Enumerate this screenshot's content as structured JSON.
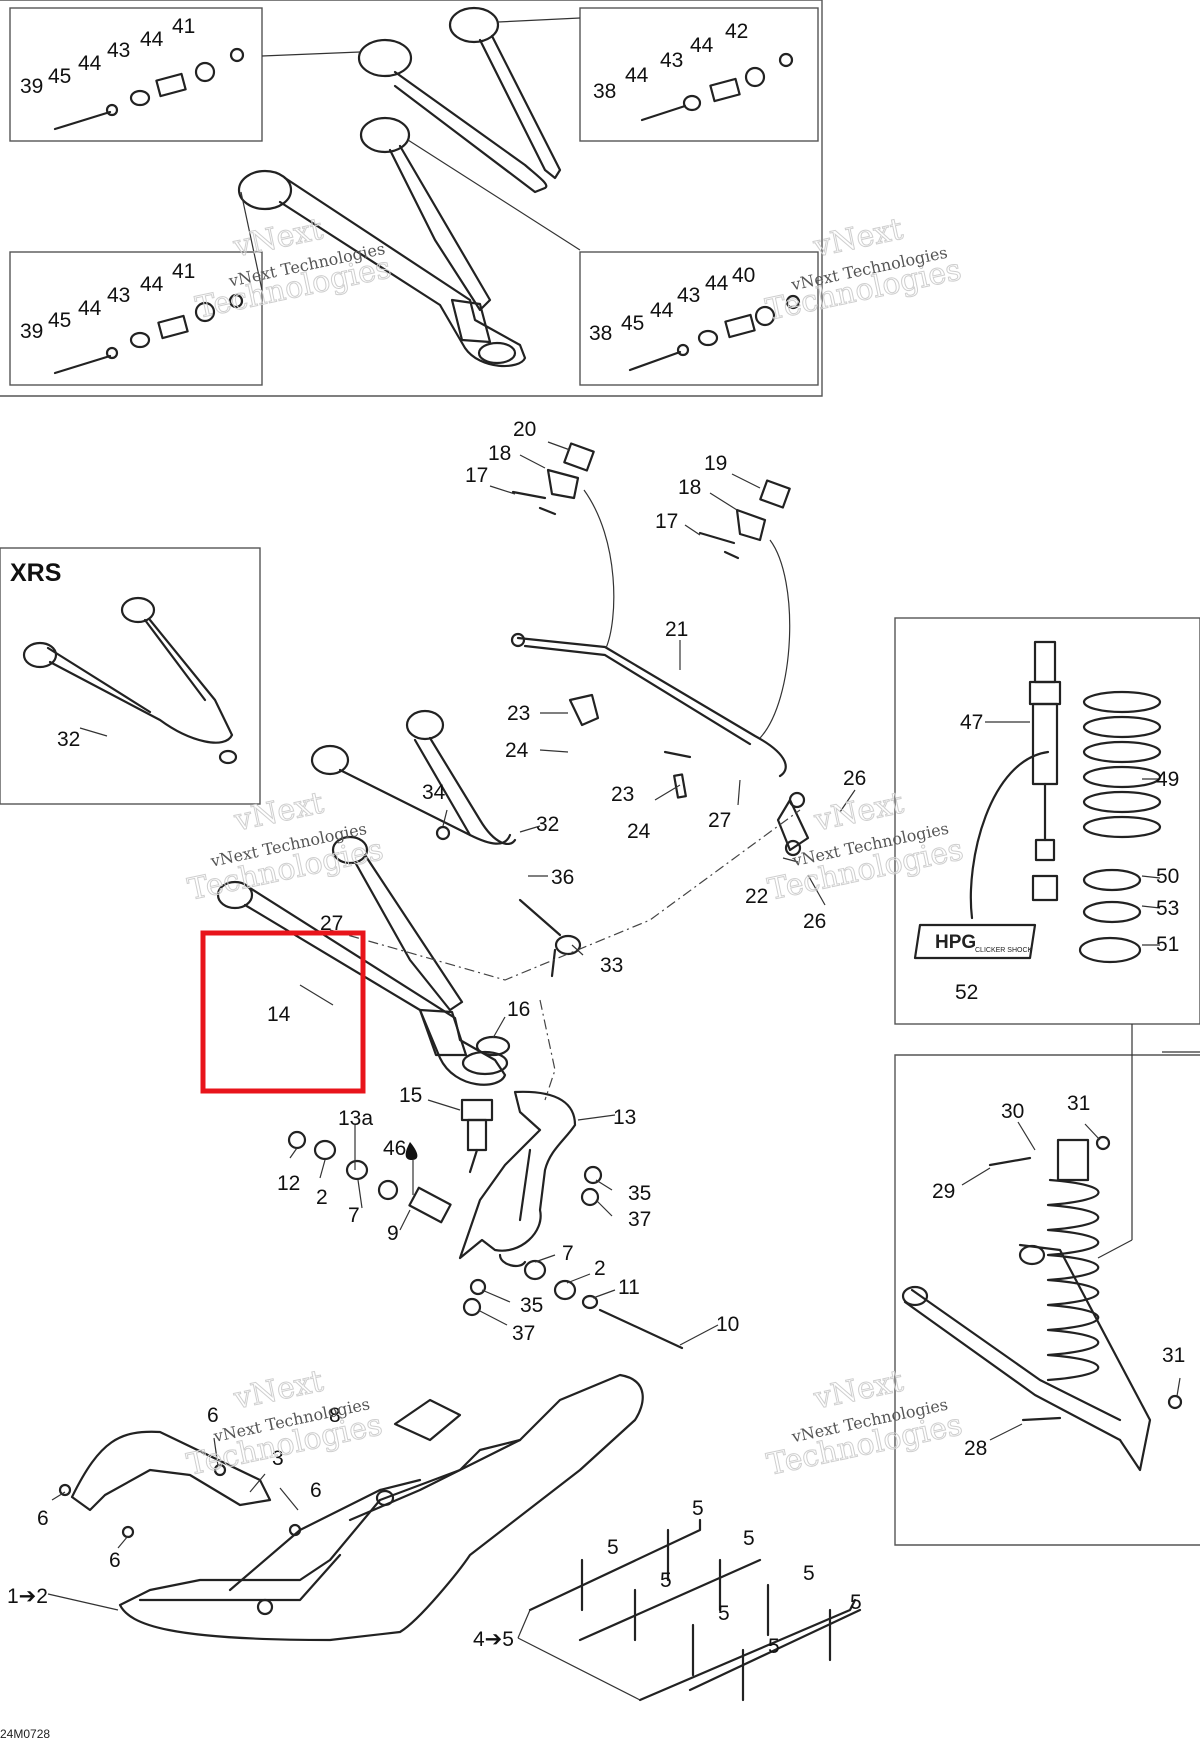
{
  "titles": {
    "xrs": "XRS"
  },
  "figure_code": "24M0728",
  "watermark": {
    "line1": "vNext",
    "line2": "Technologies",
    "line3": "vNext Technologies"
  },
  "highlight_color": "#e8141b",
  "callouts": {
    "c1": "39",
    "c2": "45",
    "c3": "44",
    "c4": "43",
    "c5": "44",
    "c6": "41",
    "c7": "38",
    "c8": "44",
    "c9": "43",
    "c10": "44",
    "c11": "42",
    "c12": "39",
    "c13": "45",
    "c14": "44",
    "c15": "43",
    "c16": "44",
    "c17": "41",
    "c18": "38",
    "c19": "45",
    "c20": "44",
    "c21": "43",
    "c22": "44",
    "c23": "40",
    "c24": "20",
    "c25": "18",
    "c26": "17",
    "c27": "19",
    "c28": "18",
    "c29": "17",
    "c30": "21",
    "c31": "23",
    "c32": "24",
    "c33": "23",
    "c34": "24",
    "c35": "27",
    "c36": "26",
    "c37": "22",
    "c38": "26",
    "c39": "32",
    "c40": "34",
    "c41": "32",
    "c42": "36",
    "c43": "27",
    "c44": "33",
    "c45": "14",
    "c46": "16",
    "c47": "15",
    "c48": "13",
    "c49": "13a",
    "c50": "46",
    "c51": "12",
    "c52": "2",
    "c53": "7",
    "c54": "9",
    "c55": "35",
    "c56": "37",
    "c57": "7",
    "c58": "2",
    "c59": "11",
    "c60": "35",
    "c61": "37",
    "c62": "10",
    "c63": "47",
    "c64": "49",
    "c65": "50",
    "c66": "53",
    "c67": "51",
    "c68": "52",
    "c69": "30",
    "c70": "31",
    "c71": "29",
    "c72": "31",
    "c73": "28",
    "c74": "6",
    "c75": "8",
    "c76": "3",
    "c77": "6",
    "c78": "6",
    "c79": "6",
    "c80": "1➔2",
    "c81": "5",
    "c82": "5",
    "c83": "5",
    "c84": "5",
    "c85": "5",
    "c86": "5",
    "c87": "5",
    "c88": "5",
    "c89": "4➔5"
  },
  "logo_text": "HPG",
  "logo_sub": "CLICKER SHOCK"
}
